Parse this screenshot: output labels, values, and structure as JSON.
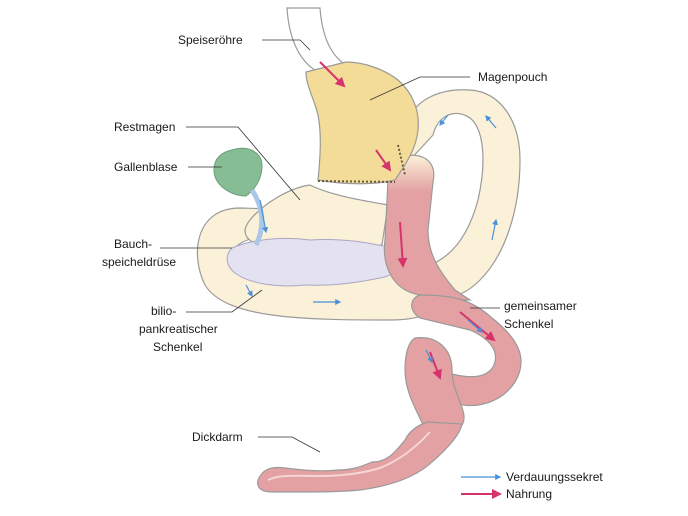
{
  "labels": {
    "esophagus": "Speiseröhre",
    "pouch": "Magenpouch",
    "remnant": "Restmagen",
    "gallbladder": "Gallenblase",
    "pancreas_line1": "Bauch-",
    "pancreas_line2": "speicheldrüse",
    "bilio_line1": "bilio-",
    "bilio_line2": "pankreatischer",
    "bilio_line3": "Schenkel",
    "common_line1": "gemeinsamer",
    "common_line2": "Schenkel",
    "colon": "Dickdarm"
  },
  "legend": {
    "secretion": "Verdauungssekret",
    "food": "Nahrung"
  },
  "colors": {
    "pouch": "#f3dc98",
    "cream": "#fbf1d9",
    "intestine_pink": "#e3a1a3",
    "gallbladder": "#86bd95",
    "pancreas": "#e4e1f1",
    "outline": "#9a9a9a",
    "secretion_arrow": "#4a90d9",
    "food_arrow": "#d6336c"
  }
}
